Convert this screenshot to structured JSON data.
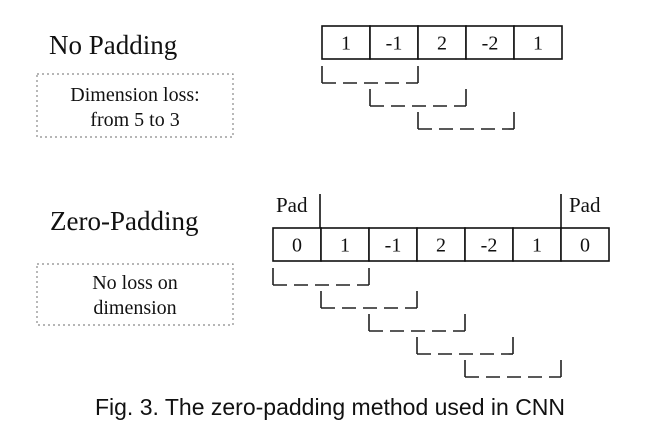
{
  "no_padding": {
    "heading": "No Padding",
    "note_line1": "Dimension loss:",
    "note_line2": "from 5 to 3",
    "cells": [
      "1",
      "-1",
      "2",
      "-2",
      "1"
    ],
    "windows": 3
  },
  "zero_padding": {
    "heading": "Zero-Padding",
    "note_line1": "No loss on",
    "note_line2": "dimension",
    "pad_left_label": "Pad",
    "pad_right_label": "Pad",
    "cells": [
      "0",
      "1",
      "-1",
      "2",
      "-2",
      "1",
      "0"
    ],
    "windows": 5
  },
  "caption": "Fig.  3.  The zero-padding method used in CNN"
}
